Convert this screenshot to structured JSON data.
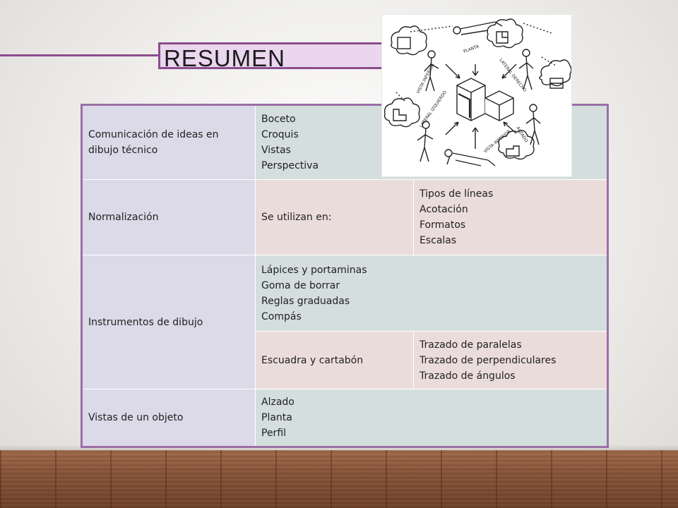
{
  "slide": {
    "title": "RESUMEN"
  },
  "drawing": {
    "labels": {
      "planta": "PLANTA",
      "vista_inferior": "VISTA INFERIOR",
      "lateral_derecho": "LATERAL DERECHO",
      "lateral_izquierdo": "LATERAL IZQUIERDO",
      "alzado": "ALZADO",
      "vista_inferior_bottom": "VISTA INFERIOR"
    }
  },
  "table": {
    "rows": [
      {
        "category": "Comunicación de ideas en dibujo técnico",
        "items": [
          "Boceto",
          "Croquis",
          "Vistas",
          "Perspectiva"
        ]
      },
      {
        "category": "Normalización",
        "label": "Se utilizan en:",
        "items": [
          "Tipos de líneas",
          "Acotación",
          "Formatos",
          "Escalas"
        ]
      },
      {
        "category": "Instrumentos de dibujo",
        "items": [
          "Lápices y portaminas",
          "Goma de borrar",
          "Reglas graduadas",
          "Compás"
        ],
        "sub_label": "Escuadra y cartabón",
        "sub_items": [
          "Trazado de paralelas",
          "Trazado de perpendiculares",
          "Trazado de ángulos"
        ]
      },
      {
        "category": "Vistas de un objeto",
        "items": [
          "Alzado",
          "Planta",
          "Perfil"
        ]
      }
    ]
  }
}
